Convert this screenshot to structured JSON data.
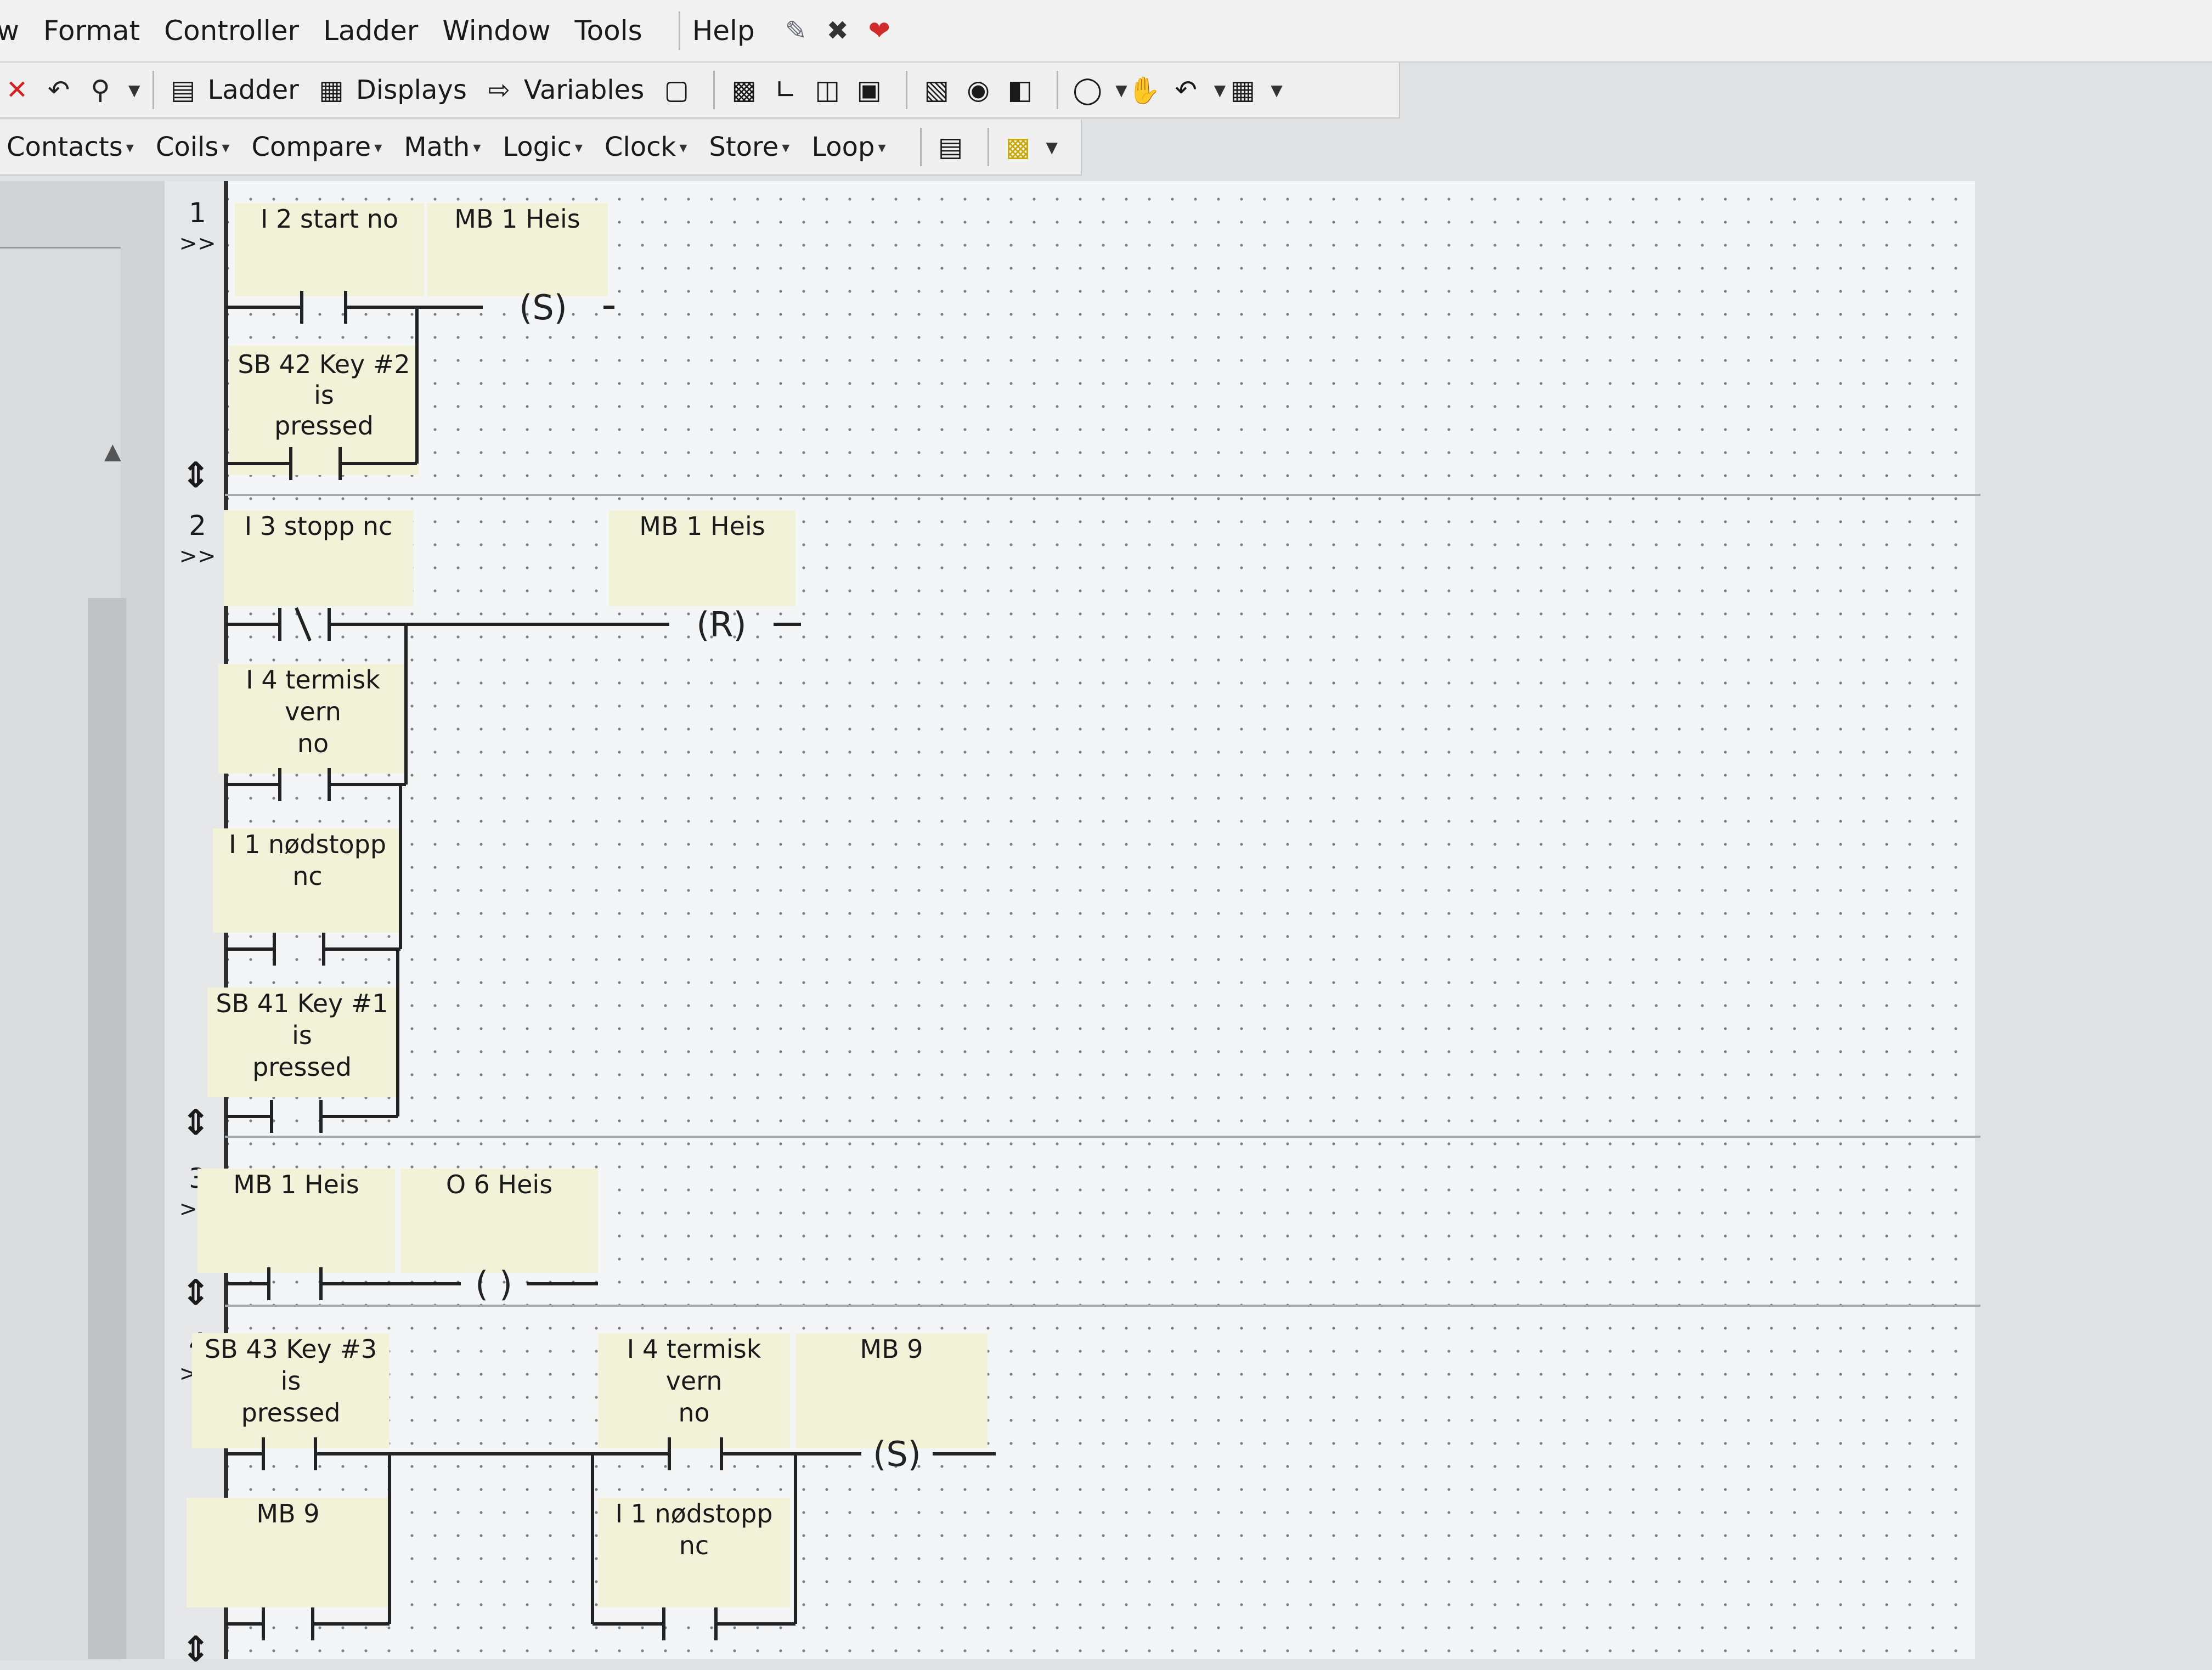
{
  "menubar": {
    "items": [
      "w",
      "Format",
      "Controller",
      "Ladder",
      "Window",
      "Tools",
      "Help"
    ]
  },
  "toolbar1": {
    "close_icon": "✕",
    "undo_icon": "↶",
    "find_icon": "⚲",
    "ladder_label": "Ladder",
    "displays_label": "Displays",
    "variables_label": "Variables",
    "icons": [
      "text-icon",
      "program-icon",
      "chart-icon",
      "io-icon",
      "memory-icon",
      "calculator-icon",
      "data-icon",
      "export-icon",
      "monitor-icon",
      "hand-icon",
      "back-icon",
      "grid-icon"
    ]
  },
  "toolbar2": {
    "items": [
      "Contacts",
      "Coils",
      "Compare",
      "Math",
      "Logic",
      "Clock",
      "Store",
      "Loop"
    ],
    "extra_icons": [
      "film-icon",
      "comment-icon"
    ]
  },
  "rungs": [
    {
      "number": "1",
      "chevron": ">>",
      "labels": {
        "i2": "I 2  start no",
        "mb1": "MB 1  Heis",
        "sb42": "SB 42  Key #2 is\npressed"
      },
      "coil": "(S)"
    },
    {
      "number": "2",
      "chevron": ">>",
      "labels": {
        "i3": "I 3  stopp nc",
        "mb1": "MB 1  Heis",
        "i4": "I 4  termisk vern\nno",
        "i1": "I 1  nødstopp nc",
        "sb41": "SB 41  Key #1 is\npressed"
      },
      "coil": "(R)"
    },
    {
      "number": "3",
      "chevron": ">>",
      "labels": {
        "mb1": "MB 1  Heis",
        "q6": "O 6  Heis"
      },
      "coil": "(  )"
    },
    {
      "number": "4",
      "chevron": ">>",
      "labels": {
        "sb43": "SB 43  Key #3 is\npressed",
        "i4": "I 4  termisk vern\nno",
        "mb9": "MB 9",
        "mb9b": "MB 9",
        "i1": "I 1  nødstopp nc"
      },
      "coil": "(S)"
    }
  ],
  "rung_icon": "⇕"
}
